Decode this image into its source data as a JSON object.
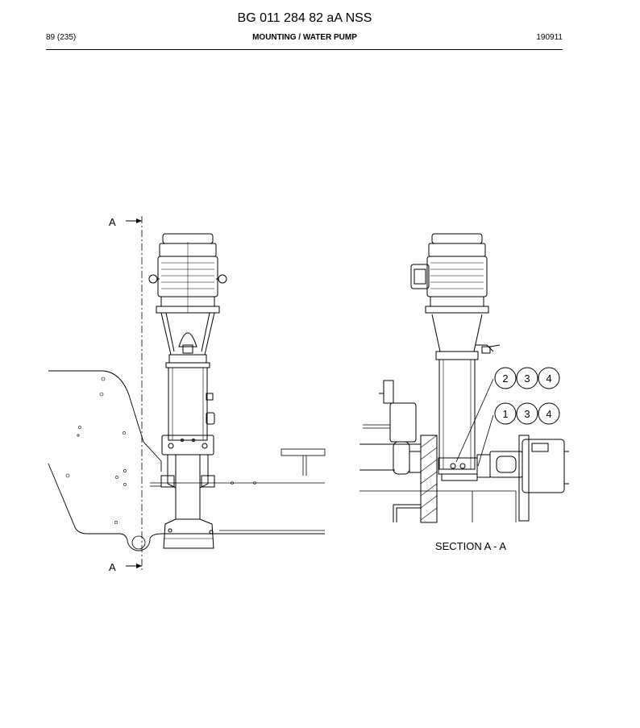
{
  "header": {
    "document_id": "BG 011 284 82 aA NSS",
    "page": "89 (235)",
    "section": "MOUNTING / WATER PUMP",
    "date_code": "190911"
  },
  "drawing": {
    "section_mark_top": "A",
    "section_mark_bottom": "A",
    "section_caption": "SECTION A - A",
    "callouts_upper": [
      "2",
      "3",
      "4"
    ],
    "callouts_lower": [
      "1",
      "3",
      "4"
    ]
  }
}
